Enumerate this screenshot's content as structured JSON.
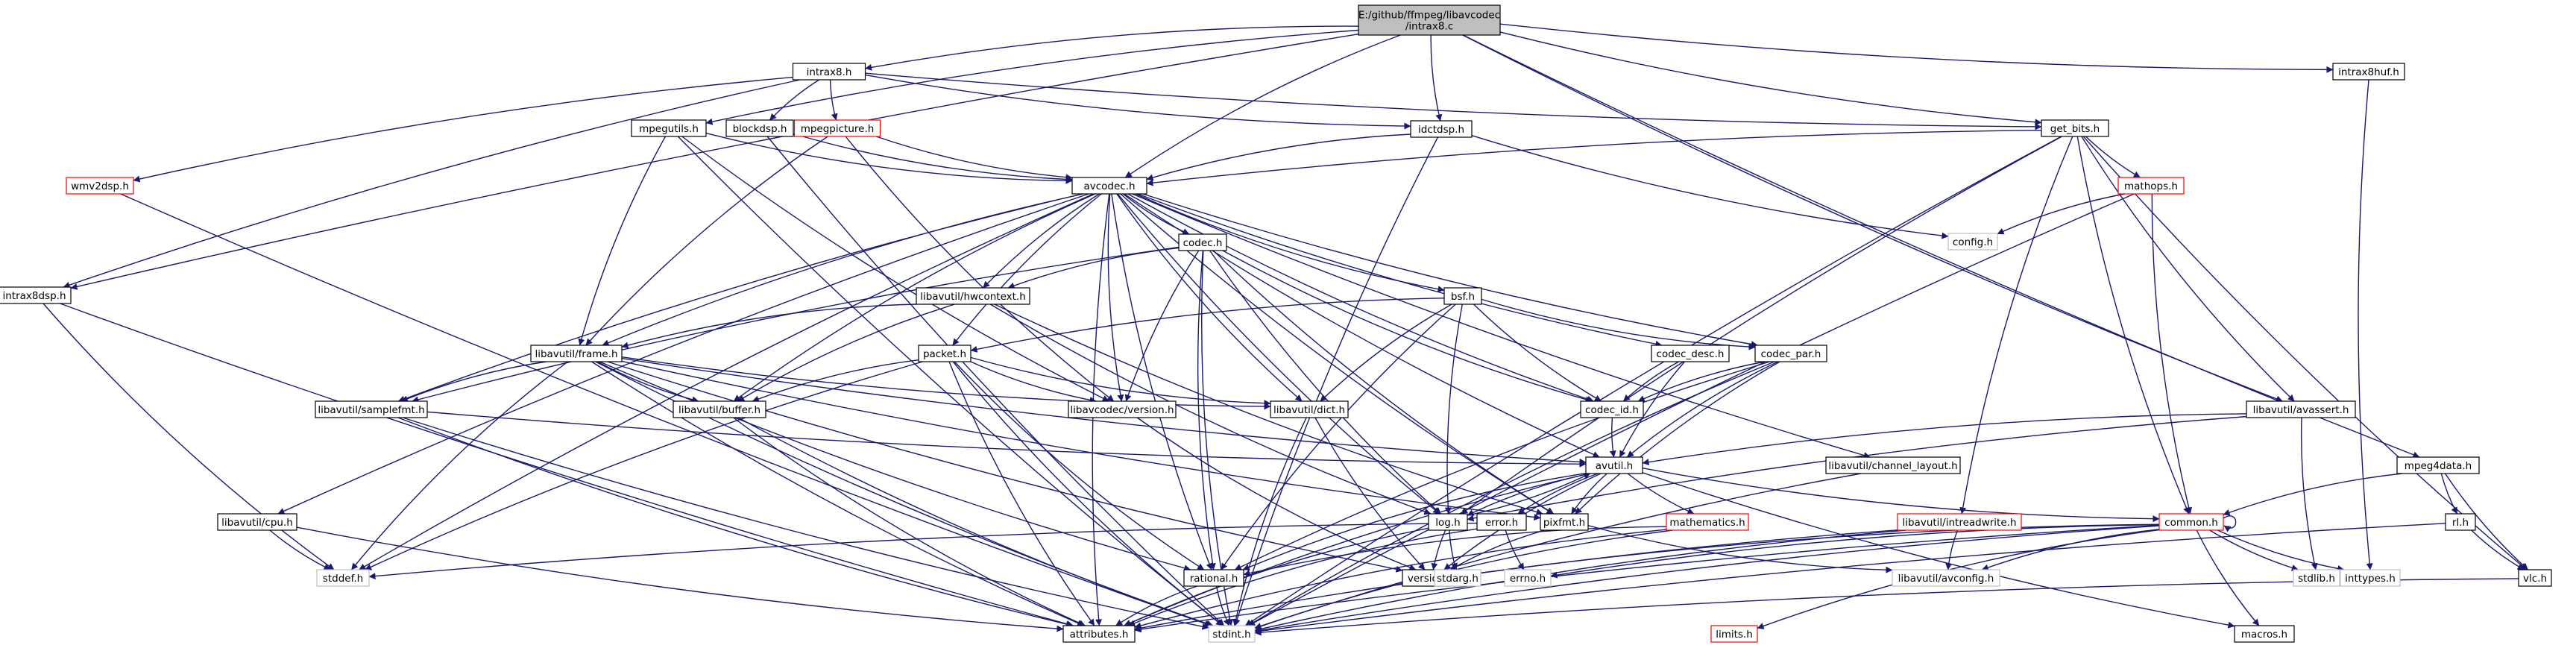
{
  "title": "E:/github/ffmpeg/libavcodec/intrax8.c",
  "colors": {
    "edge": "#191970",
    "root_fill": "#bfbfbf",
    "root_border": "#000000",
    "file_border": "#000000",
    "missing_border": "#ff0000",
    "system_border": "#bfbfbf"
  },
  "nodes": [
    {
      "id": "root",
      "lines": [
        "E:/github/ffmpeg/libavcodec",
        "/intrax8.c"
      ],
      "kind": "root"
    },
    {
      "id": "intrax8_h",
      "lines": [
        "intrax8.h"
      ],
      "kind": "file"
    },
    {
      "id": "idctdsp_h",
      "lines": [
        "idctdsp.h"
      ],
      "kind": "file"
    },
    {
      "id": "intrax8huf_h",
      "lines": [
        "intrax8huf.h"
      ],
      "kind": "file"
    },
    {
      "id": "mpegutils_h",
      "lines": [
        "mpegutils.h"
      ],
      "kind": "file"
    },
    {
      "id": "blockdsp_h",
      "lines": [
        "blockdsp.h"
      ],
      "kind": "file"
    },
    {
      "id": "mpegpicture_h",
      "lines": [
        "mpegpicture.h"
      ],
      "kind": "missing"
    },
    {
      "id": "get_bits_h",
      "lines": [
        "get_bits.h"
      ],
      "kind": "file"
    },
    {
      "id": "wmv2dsp_h",
      "lines": [
        "wmv2dsp.h"
      ],
      "kind": "missing"
    },
    {
      "id": "avcodec_h",
      "lines": [
        "avcodec.h"
      ],
      "kind": "file"
    },
    {
      "id": "mathops_h",
      "lines": [
        "mathops.h"
      ],
      "kind": "missing"
    },
    {
      "id": "codec_h",
      "lines": [
        "codec.h"
      ],
      "kind": "file"
    },
    {
      "id": "config_h",
      "lines": [
        "config.h"
      ],
      "kind": "system"
    },
    {
      "id": "intrax8dsp_h",
      "lines": [
        "intrax8dsp.h"
      ],
      "kind": "file"
    },
    {
      "id": "hwcontext_h",
      "lines": [
        "libavutil/hwcontext.h"
      ],
      "kind": "file"
    },
    {
      "id": "bsf_h",
      "lines": [
        "bsf.h"
      ],
      "kind": "file"
    },
    {
      "id": "packet_h",
      "lines": [
        "packet.h"
      ],
      "kind": "file"
    },
    {
      "id": "frame_h",
      "lines": [
        "libavutil/frame.h"
      ],
      "kind": "file"
    },
    {
      "id": "codec_desc_h",
      "lines": [
        "codec_desc.h"
      ],
      "kind": "file"
    },
    {
      "id": "codec_par_h",
      "lines": [
        "codec_par.h"
      ],
      "kind": "file"
    },
    {
      "id": "samplefmt_h",
      "lines": [
        "libavutil/samplefmt.h"
      ],
      "kind": "file"
    },
    {
      "id": "buffer_h",
      "lines": [
        "libavutil/buffer.h"
      ],
      "kind": "file"
    },
    {
      "id": "version_codec_h",
      "lines": [
        "libavcodec/version.h"
      ],
      "kind": "file"
    },
    {
      "id": "dict_h",
      "lines": [
        "libavutil/dict.h"
      ],
      "kind": "file"
    },
    {
      "id": "codec_id_h",
      "lines": [
        "codec_id.h"
      ],
      "kind": "file"
    },
    {
      "id": "avassert_h",
      "lines": [
        "libavutil/avassert.h"
      ],
      "kind": "file"
    },
    {
      "id": "avutil_h",
      "lines": [
        "avutil.h"
      ],
      "kind": "file"
    },
    {
      "id": "channel_layout_h",
      "lines": [
        "libavutil/channel_layout.h"
      ],
      "kind": "file"
    },
    {
      "id": "mpeg4data_h",
      "lines": [
        "mpeg4data.h"
      ],
      "kind": "file"
    },
    {
      "id": "cpu_h",
      "lines": [
        "libavutil/cpu.h"
      ],
      "kind": "file"
    },
    {
      "id": "log_h",
      "lines": [
        "log.h"
      ],
      "kind": "file"
    },
    {
      "id": "error_h",
      "lines": [
        "error.h"
      ],
      "kind": "file"
    },
    {
      "id": "pixfmt_h",
      "lines": [
        "pixfmt.h"
      ],
      "kind": "file"
    },
    {
      "id": "mathematics_h",
      "lines": [
        "mathematics.h"
      ],
      "kind": "missing"
    },
    {
      "id": "intreadwrite_h",
      "lines": [
        "libavutil/intreadwrite.h"
      ],
      "kind": "missing"
    },
    {
      "id": "common_h",
      "lines": [
        "common.h"
      ],
      "kind": "missing"
    },
    {
      "id": "rl_h",
      "lines": [
        "rl.h"
      ],
      "kind": "file"
    },
    {
      "id": "stddef_h",
      "lines": [
        "stddef.h"
      ],
      "kind": "system"
    },
    {
      "id": "rational_h",
      "lines": [
        "rational.h"
      ],
      "kind": "file"
    },
    {
      "id": "version_h",
      "lines": [
        "version.h"
      ],
      "kind": "file"
    },
    {
      "id": "stdarg_h",
      "lines": [
        "stdarg.h"
      ],
      "kind": "system"
    },
    {
      "id": "errno_h",
      "lines": [
        "errno.h"
      ],
      "kind": "system"
    },
    {
      "id": "avconfig_h",
      "lines": [
        "libavutil/avconfig.h"
      ],
      "kind": "system"
    },
    {
      "id": "stdlib_h",
      "lines": [
        "stdlib.h"
      ],
      "kind": "system"
    },
    {
      "id": "inttypes_h",
      "lines": [
        "inttypes.h"
      ],
      "kind": "system"
    },
    {
      "id": "vlc_h",
      "lines": [
        "vlc.h"
      ],
      "kind": "file"
    },
    {
      "id": "attributes_h",
      "lines": [
        "attributes.h"
      ],
      "kind": "file"
    },
    {
      "id": "stdint_h",
      "lines": [
        "stdint.h"
      ],
      "kind": "system"
    },
    {
      "id": "limits_h",
      "lines": [
        "limits.h"
      ],
      "kind": "missing"
    },
    {
      "id": "macros_h",
      "lines": [
        "macros.h"
      ],
      "kind": "file"
    }
  ],
  "edges": [
    [
      "root",
      "intrax8_h"
    ],
    [
      "root",
      "idctdsp_h"
    ],
    [
      "root",
      "intrax8huf_h"
    ],
    [
      "root",
      "get_bits_h"
    ],
    [
      "root",
      "avcodec_h"
    ],
    [
      "root",
      "mpegutils_h"
    ],
    [
      "root",
      "intrax8dsp_h"
    ],
    [
      "root",
      "avassert_h"
    ],
    [
      "root",
      "mpeg4data_h"
    ],
    [
      "intrax8_h",
      "blockdsp_h"
    ],
    [
      "intrax8_h",
      "mpegpicture_h"
    ],
    [
      "intrax8_h",
      "wmv2dsp_h"
    ],
    [
      "intrax8_h",
      "intrax8dsp_h"
    ],
    [
      "intrax8_h",
      "get_bits_h"
    ],
    [
      "intrax8_h",
      "idctdsp_h"
    ],
    [
      "idctdsp_h",
      "avcodec_h"
    ],
    [
      "idctdsp_h",
      "config_h"
    ],
    [
      "idctdsp_h",
      "stdint_h"
    ],
    [
      "intrax8huf_h",
      "inttypes_h"
    ],
    [
      "mpegutils_h",
      "avcodec_h"
    ],
    [
      "mpegutils_h",
      "frame_h"
    ],
    [
      "mpegutils_h",
      "stdint_h"
    ],
    [
      "mpegutils_h",
      "version_codec_h"
    ],
    [
      "blockdsp_h",
      "avcodec_h"
    ],
    [
      "blockdsp_h",
      "stdint_h"
    ],
    [
      "mpegpicture_h",
      "avcodec_h"
    ],
    [
      "mpegpicture_h",
      "frame_h"
    ],
    [
      "mpegpicture_h",
      "version_codec_h"
    ],
    [
      "get_bits_h",
      "avcodec_h"
    ],
    [
      "get_bits_h",
      "mathops_h"
    ],
    [
      "get_bits_h",
      "vlc_h"
    ],
    [
      "get_bits_h",
      "stdint_h"
    ],
    [
      "get_bits_h",
      "intreadwrite_h"
    ],
    [
      "get_bits_h",
      "avassert_h"
    ],
    [
      "get_bits_h",
      "common_h"
    ],
    [
      "get_bits_h",
      "log_h"
    ],
    [
      "wmv2dsp_h",
      "stdint_h"
    ],
    [
      "avcodec_h",
      "codec_h"
    ],
    [
      "avcodec_h",
      "hwcontext_h"
    ],
    [
      "avcodec_h",
      "bsf_h"
    ],
    [
      "avcodec_h",
      "packet_h"
    ],
    [
      "avcodec_h",
      "frame_h"
    ],
    [
      "avcodec_h",
      "codec_desc_h"
    ],
    [
      "avcodec_h",
      "codec_par_h"
    ],
    [
      "avcodec_h",
      "samplefmt_h"
    ],
    [
      "avcodec_h",
      "buffer_h"
    ],
    [
      "avcodec_h",
      "version_codec_h"
    ],
    [
      "avcodec_h",
      "dict_h"
    ],
    [
      "avcodec_h",
      "codec_id_h"
    ],
    [
      "avcodec_h",
      "avutil_h"
    ],
    [
      "avcodec_h",
      "channel_layout_h"
    ],
    [
      "avcodec_h",
      "cpu_h"
    ],
    [
      "avcodec_h",
      "log_h"
    ],
    [
      "avcodec_h",
      "pixfmt_h"
    ],
    [
      "avcodec_h",
      "rational_h"
    ],
    [
      "avcodec_h",
      "attributes_h"
    ],
    [
      "avcodec_h",
      "stddef_h"
    ],
    [
      "mathops_h",
      "config_h"
    ],
    [
      "mathops_h",
      "common_h"
    ],
    [
      "mathops_h",
      "stdint_h"
    ],
    [
      "codec_h",
      "hwcontext_h"
    ],
    [
      "codec_h",
      "samplefmt_h"
    ],
    [
      "codec_h",
      "codec_id_h"
    ],
    [
      "codec_h",
      "version_codec_h"
    ],
    [
      "codec_h",
      "log_h"
    ],
    [
      "codec_h",
      "pixfmt_h"
    ],
    [
      "codec_h",
      "rational_h"
    ],
    [
      "codec_h",
      "stdint_h"
    ],
    [
      "intrax8dsp_h",
      "stddef_h"
    ],
    [
      "intrax8dsp_h",
      "attributes_h"
    ],
    [
      "hwcontext_h",
      "buffer_h"
    ],
    [
      "hwcontext_h",
      "frame_h"
    ],
    [
      "hwcontext_h",
      "log_h"
    ],
    [
      "hwcontext_h",
      "pixfmt_h"
    ],
    [
      "bsf_h",
      "packet_h"
    ],
    [
      "bsf_h",
      "codec_par_h"
    ],
    [
      "bsf_h",
      "codec_id_h"
    ],
    [
      "bsf_h",
      "dict_h"
    ],
    [
      "bsf_h",
      "log_h"
    ],
    [
      "bsf_h",
      "rational_h"
    ],
    [
      "packet_h",
      "buffer_h"
    ],
    [
      "packet_h",
      "dict_h"
    ],
    [
      "packet_h",
      "version_codec_h"
    ],
    [
      "packet_h",
      "rational_h"
    ],
    [
      "packet_h",
      "attributes_h"
    ],
    [
      "packet_h",
      "stddef_h"
    ],
    [
      "packet_h",
      "stdint_h"
    ],
    [
      "frame_h",
      "avutil_h"
    ],
    [
      "frame_h",
      "buffer_h"
    ],
    [
      "frame_h",
      "dict_h"
    ],
    [
      "frame_h",
      "samplefmt_h"
    ],
    [
      "frame_h",
      "rational_h"
    ],
    [
      "frame_h",
      "pixfmt_h"
    ],
    [
      "frame_h",
      "version_h"
    ],
    [
      "frame_h",
      "stdint_h"
    ],
    [
      "frame_h",
      "attributes_h"
    ],
    [
      "frame_h",
      "stddef_h"
    ],
    [
      "codec_desc_h",
      "codec_id_h"
    ],
    [
      "codec_desc_h",
      "avutil_h"
    ],
    [
      "codec_par_h",
      "codec_id_h"
    ],
    [
      "codec_par_h",
      "avutil_h"
    ],
    [
      "codec_par_h",
      "pixfmt_h"
    ],
    [
      "codec_par_h",
      "rational_h"
    ],
    [
      "codec_par_h",
      "stdint_h"
    ],
    [
      "samplefmt_h",
      "avutil_h"
    ],
    [
      "samplefmt_h",
      "attributes_h"
    ],
    [
      "samplefmt_h",
      "stdint_h"
    ],
    [
      "buffer_h",
      "stdint_h"
    ],
    [
      "buffer_h",
      "attributes_h"
    ],
    [
      "version_codec_h",
      "version_h"
    ],
    [
      "dict_h",
      "stdint_h"
    ],
    [
      "dict_h",
      "version_h"
    ],
    [
      "codec_id_h",
      "avutil_h"
    ],
    [
      "avassert_h",
      "avutil_h"
    ],
    [
      "avassert_h",
      "log_h"
    ],
    [
      "avassert_h",
      "stdlib_h"
    ],
    [
      "avutil_h",
      "attributes_h"
    ],
    [
      "avutil_h",
      "macros_h"
    ],
    [
      "avutil_h",
      "version_h"
    ],
    [
      "avutil_h",
      "common_h"
    ],
    [
      "avutil_h",
      "rational_h"
    ],
    [
      "avutil_h",
      "mathematics_h"
    ],
    [
      "avutil_h",
      "log_h"
    ],
    [
      "avutil_h",
      "pixfmt_h"
    ],
    [
      "avutil_h",
      "error_h"
    ],
    [
      "channel_layout_h",
      "stdint_h"
    ],
    [
      "mpeg4data_h",
      "rl_h"
    ],
    [
      "mpeg4data_h",
      "vlc_h"
    ],
    [
      "mpeg4data_h",
      "common_h"
    ],
    [
      "cpu_h",
      "attributes_h"
    ],
    [
      "cpu_h",
      "stddef_h"
    ],
    [
      "log_h",
      "stdarg_h"
    ],
    [
      "log_h",
      "avutil_h"
    ],
    [
      "log_h",
      "attributes_h"
    ],
    [
      "log_h",
      "version_h"
    ],
    [
      "error_h",
      "errno_h"
    ],
    [
      "error_h",
      "stddef_h"
    ],
    [
      "error_h",
      "attributes_h"
    ],
    [
      "pixfmt_h",
      "avconfig_h"
    ],
    [
      "pixfmt_h",
      "version_h"
    ],
    [
      "mathematics_h",
      "rational_h"
    ],
    [
      "mathematics_h",
      "attributes_h"
    ],
    [
      "mathematics_h",
      "stdint_h"
    ],
    [
      "intreadwrite_h",
      "avconfig_h"
    ],
    [
      "intreadwrite_h",
      "stdint_h"
    ],
    [
      "intreadwrite_h",
      "attributes_h"
    ],
    [
      "common_h",
      "common_h"
    ],
    [
      "common_h",
      "errno_h"
    ],
    [
      "common_h",
      "inttypes_h"
    ],
    [
      "common_h",
      "limits_h"
    ],
    [
      "common_h",
      "stdlib_h"
    ],
    [
      "common_h",
      "stdint_h"
    ],
    [
      "common_h",
      "attributes_h"
    ],
    [
      "common_h",
      "macros_h"
    ],
    [
      "common_h",
      "version_h"
    ],
    [
      "common_h",
      "avconfig_h"
    ],
    [
      "rl_h",
      "vlc_h"
    ],
    [
      "rl_h",
      "stdint_h"
    ],
    [
      "vlc_h",
      "stdint_h"
    ],
    [
      "rational_h",
      "attributes_h"
    ],
    [
      "rational_h",
      "stdint_h"
    ]
  ]
}
